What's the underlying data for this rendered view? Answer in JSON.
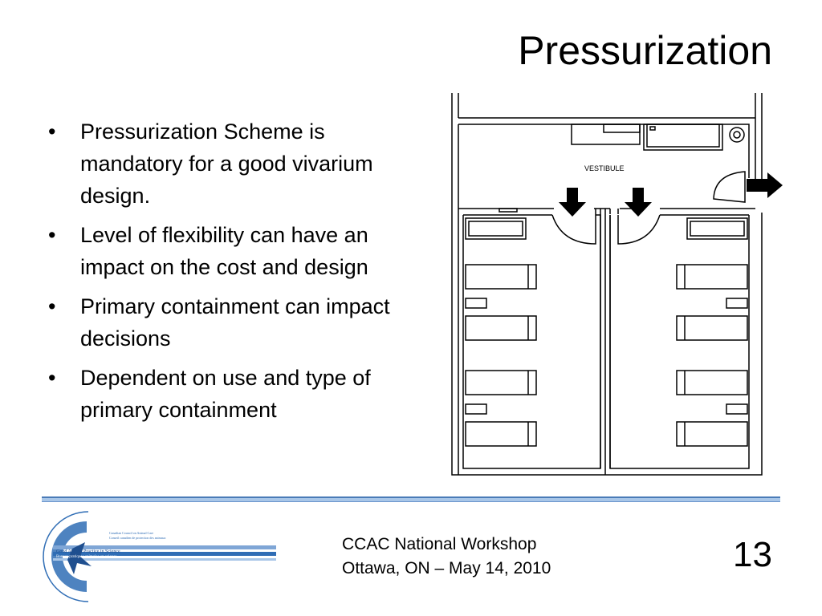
{
  "slide": {
    "title": "Pressurization",
    "bullets": [
      "Pressurization Scheme is mandatory for a good vivarium design.",
      "Level of flexibility can have an impact on the cost and design",
      "Primary containment can impact decisions",
      "Dependent on use and type of primary containment"
    ]
  },
  "diagram": {
    "room_label": "VESTIBULE"
  },
  "footer": {
    "line1": "CCAC National Workshop",
    "line2": "Ottawa, ON – May 14, 2010",
    "page_number": "13"
  },
  "logo": {
    "text_top_en": "Canadian Council on Animal Care",
    "text_top_fr": "Conseil canadien de protection des animaux",
    "text_band_en": "Good Animal Practice in Science",
    "text_band_fr": "Bonnes pratiques animales en science"
  },
  "colors": {
    "rule_dark": "#4a7bb7",
    "rule_light": "#a8c6e8",
    "logo_blue": "#2f6db5"
  }
}
